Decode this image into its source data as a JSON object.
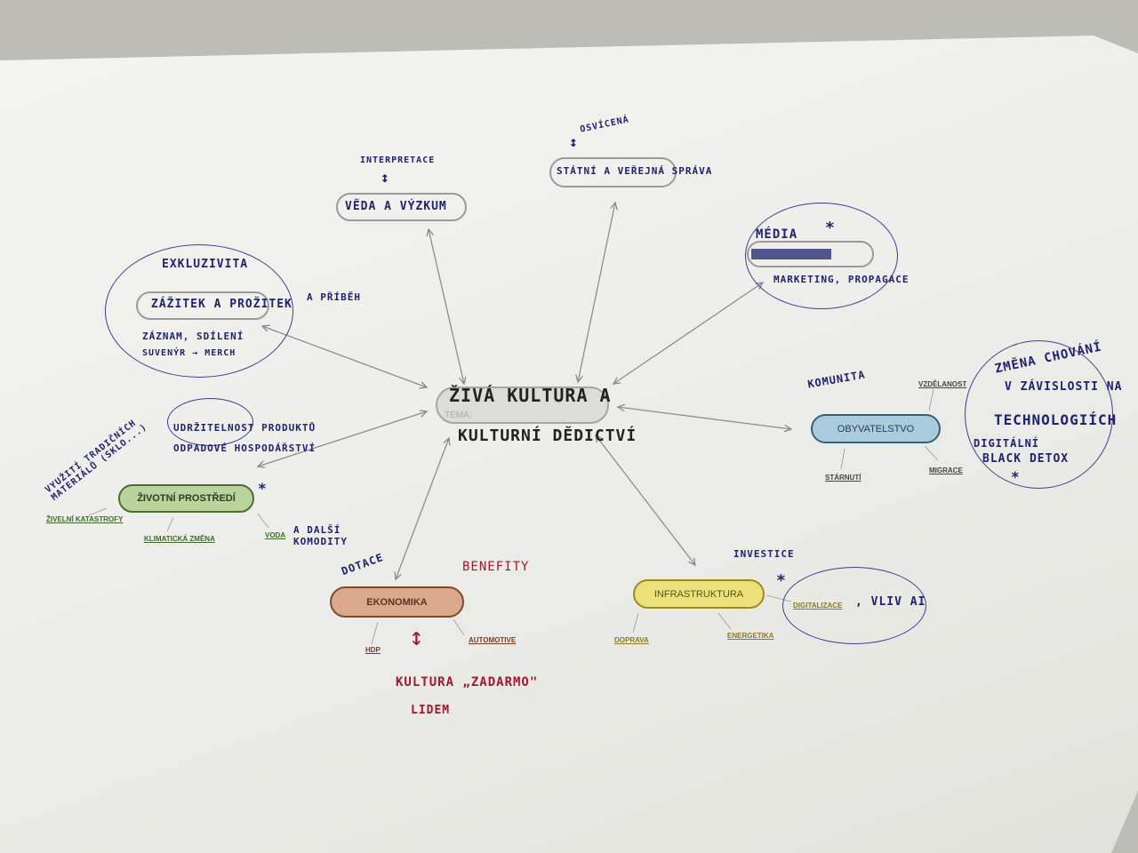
{
  "center": {
    "line1": "ŽIVÁ KULTURA A",
    "line2": "KULTURNÍ DĚDICTVÍ",
    "tema_label": "TÉMA:"
  },
  "veda": {
    "label": "VĚDA A VÝZKUM",
    "note": "INTERPRETACE"
  },
  "statni": {
    "label": "STÁTNÍ A VEŘEJNÁ SPRÁVA",
    "note": "OSVÍCENÁ"
  },
  "media": {
    "label": "MÉDIA",
    "star": "*",
    "note": "MARKETING, PROPAGACE"
  },
  "zazitek": {
    "label": "ZÁŽITEK A PROŽITEK",
    "extra": "A PŘÍBĚH",
    "note_top": "EXKLUZIVITA",
    "note1": "ZÁZNAM, SDÍLENÍ",
    "note2": "SUVENÝR → MERCH"
  },
  "zivotni": {
    "label": "ŽIVOTNÍ PROSTŘEDÍ",
    "star": "*",
    "subs": [
      "ŽIVELNÍ KATASTROFY",
      "KLIMATICKÁ ZMĚNA",
      "VODA"
    ],
    "voda_extra": "A DALŠÍ KOMODITY",
    "note1": "UDRŽITELNOST PRODUKTŮ",
    "note2": "ODPADOVÉ HOSPODÁŘSTVÍ",
    "side_note": "VYUŽITÍ TRADIČNÍCH MATERIÁLŮ (SKLO...)",
    "color": "#b9d39a"
  },
  "obyvatelstvo": {
    "label": "OBYVATELSTVO",
    "subs": [
      "VZDĚLANOST",
      "STÁRNUTÍ",
      "MIGRACE"
    ],
    "note": "KOMUNITA",
    "circle1": "ZMĚNA CHOVÁNÍ",
    "circle2": "V ZÁVISLOSTI NA",
    "circle3": "TECHNOLOGIÍCH",
    "circle4": "DIGITÁLNÍ",
    "circle5": "BLACK DETOX",
    "star": "*",
    "color": "#a9cbdc"
  },
  "ekonomika": {
    "label": "EKONOMIKA",
    "subs": [
      "HDP",
      "AUTOMOTIVE"
    ],
    "note": "DOTACE",
    "benefity": "BENEFITY",
    "red1": "KULTURA „ZADARMO\"",
    "red2": "LIDEM",
    "color": "#d9a98a"
  },
  "infrastruktura": {
    "label": "INFRASTRUKTURA",
    "subs": [
      "DOPRAVA",
      "ENERGETIKA",
      "DIGITALIZACE"
    ],
    "note": "INVESTICE",
    "extra": ", VLIV AI",
    "star": "*",
    "color": "#ece07a"
  }
}
